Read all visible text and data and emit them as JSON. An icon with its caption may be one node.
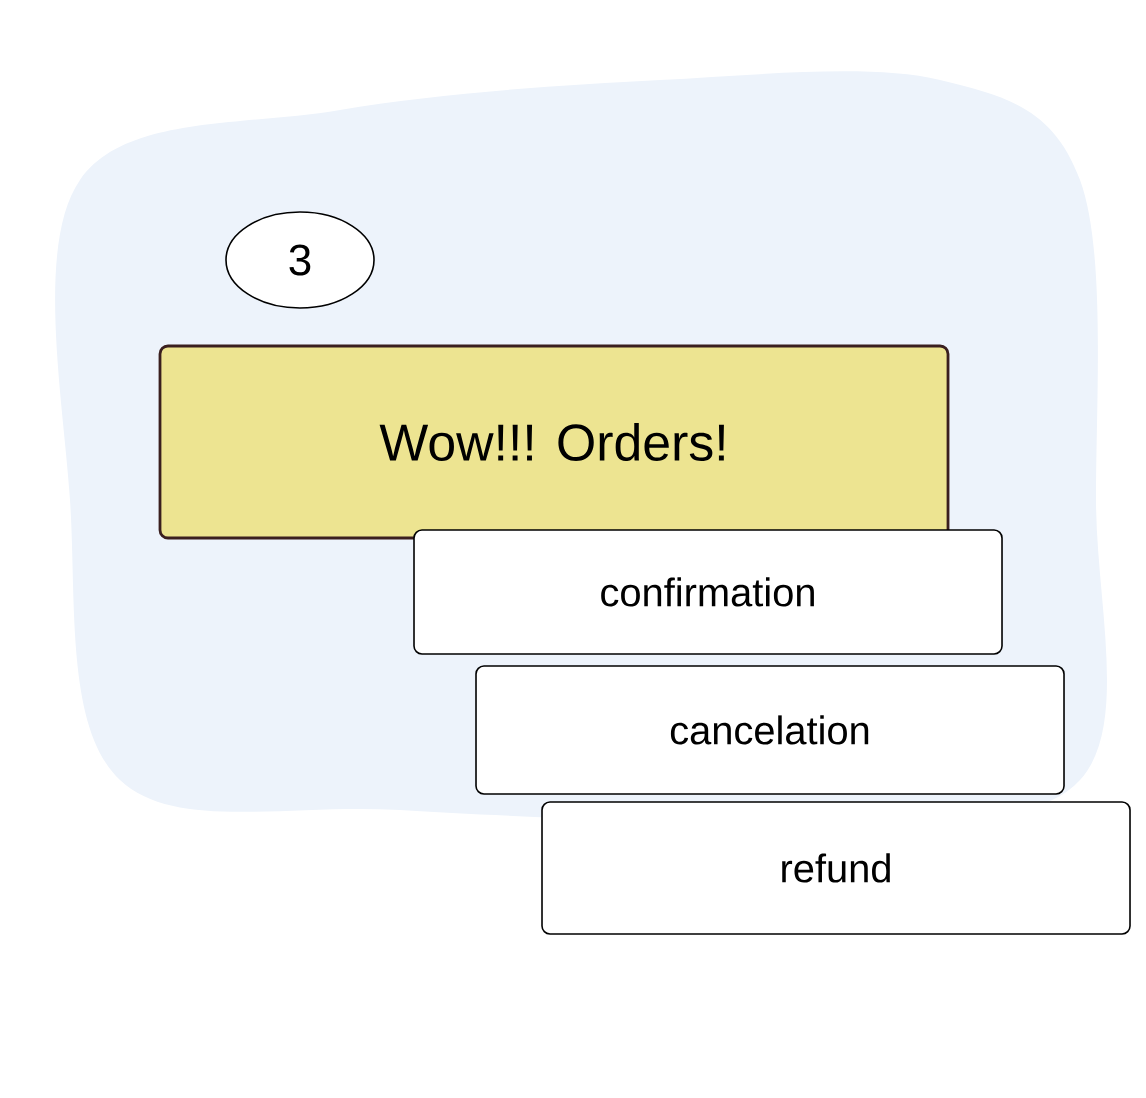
{
  "diagram": {
    "nodes": [
      {
        "text": [
          "3"
        ]
      },
      {
        "text": [
          "Wow!!! Orders!"
        ]
      },
      {
        "text": [
          "confirmation"
        ]
      },
      {
        "text": [
          "cancelation"
        ]
      },
      {
        "text": [
          "refund"
        ]
      }
    ]
  }
}
